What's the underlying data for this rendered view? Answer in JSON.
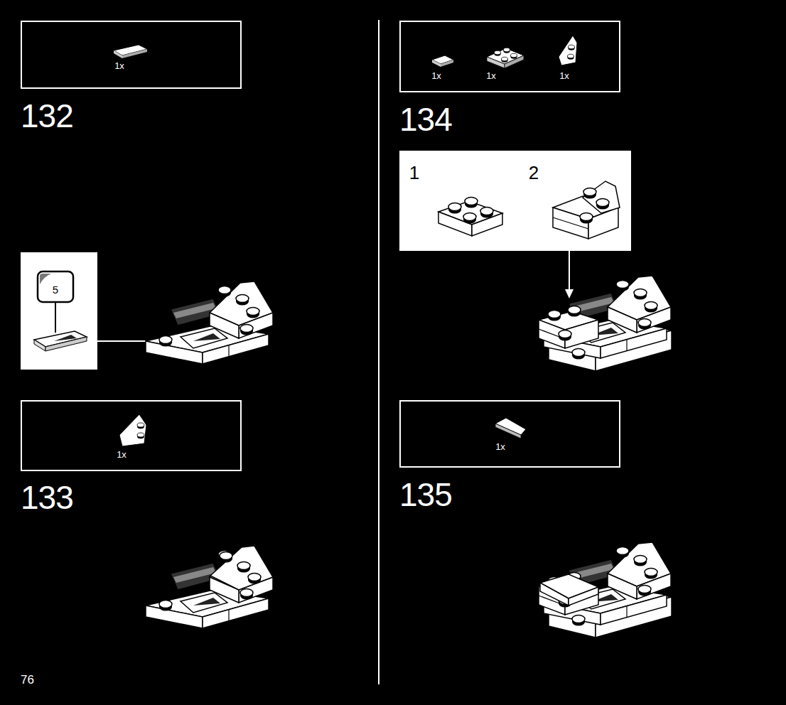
{
  "diagram": {
    "nodes": [
      {
        "text": [
          "1x"
        ]
      },
      {
        "text": [
          "5"
        ]
      },
      {
        "text": [
          "1x"
        ]
      },
      {
        "text": [
          "1x",
          "1x",
          "1x"
        ]
      },
      {
        "text": [
          "1",
          "2"
        ]
      },
      {
        "text": [
          "1x"
        ]
      }
    ],
    "labels": [
      "132",
      "133",
      "134",
      "135",
      "76"
    ]
  }
}
